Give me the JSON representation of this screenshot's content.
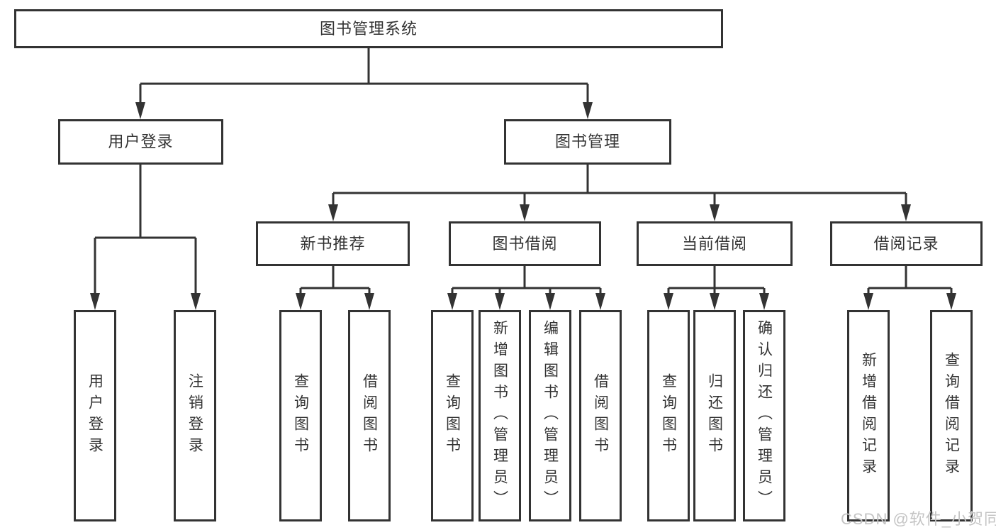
{
  "tree": {
    "root": {
      "label": "图书管理系统",
      "children": [
        {
          "label": "用户登录",
          "children": [
            {
              "label": "用户登录"
            },
            {
              "label": "注销登录"
            }
          ]
        },
        {
          "label": "图书管理",
          "children": [
            {
              "label": "新书推荐",
              "children": [
                {
                  "label": "查询图书"
                },
                {
                  "label": "借阅图书"
                }
              ]
            },
            {
              "label": "图书借阅",
              "children": [
                {
                  "label": "查询图书"
                },
                {
                  "label": "新增图书（管理员）"
                },
                {
                  "label": "编辑图书（管理员）"
                },
                {
                  "label": "借阅图书"
                }
              ]
            },
            {
              "label": "当前借阅",
              "children": [
                {
                  "label": "查询图书"
                },
                {
                  "label": "归还图书"
                },
                {
                  "label": "确认归还（管理员）"
                }
              ]
            },
            {
              "label": "借阅记录",
              "children": [
                {
                  "label": "新增借阅记录"
                },
                {
                  "label": "查询借阅记录"
                }
              ]
            }
          ]
        }
      ]
    }
  },
  "watermark": {
    "text": "CSDN @软件_小贺同学"
  },
  "colors": {
    "line": "#333333",
    "box_border": "#333333",
    "text": "#333333",
    "background": "#ffffff",
    "watermark": "#c4c4c4"
  }
}
